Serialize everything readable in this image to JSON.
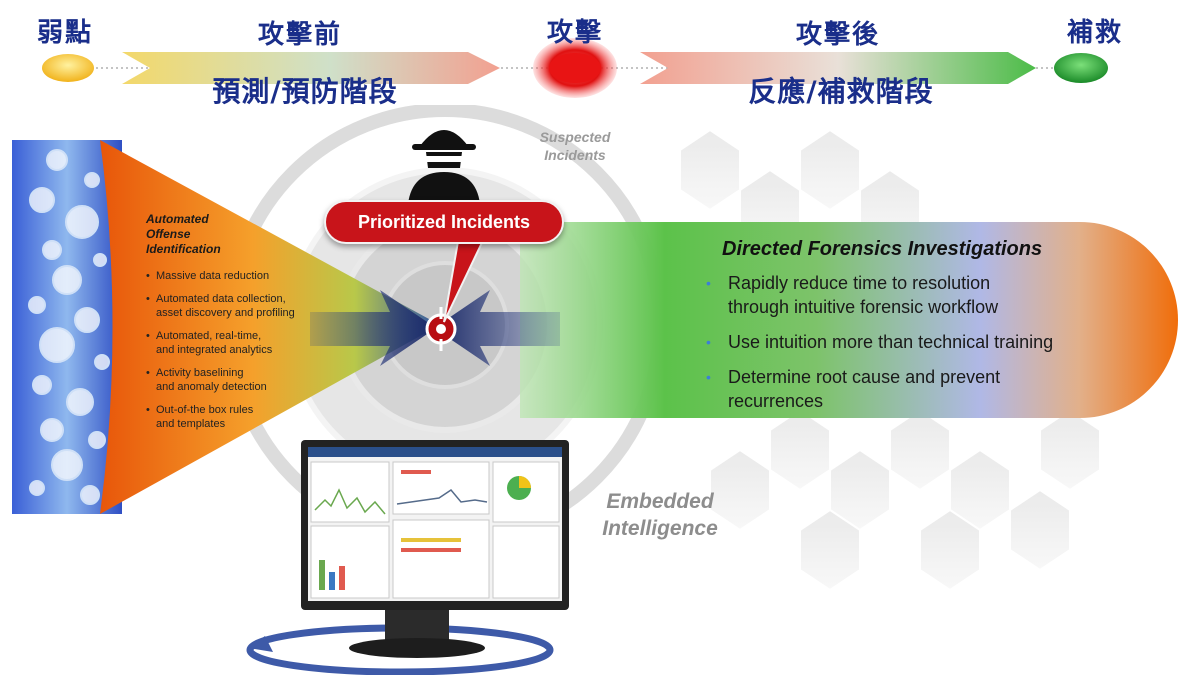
{
  "timeline": {
    "stages": [
      "弱點",
      "攻擊前",
      "攻擊",
      "攻擊後",
      "補救"
    ],
    "phases": [
      "預測/預防階段",
      "反應/補救階段"
    ]
  },
  "diagram": {
    "suspected": "Suspected\nIncidents",
    "prioritized": "Prioritized Incidents",
    "embedded": "Embedded\nIntelligence"
  },
  "left_panel": {
    "title": "Automated\nOffense\nIdentification",
    "items": [
      "Massive data reduction",
      "Automated data collection,\nasset discovery and profiling",
      "Automated, real-time,\nand integrated analytics",
      "Activity baselining\nand anomaly detection",
      "Out-of-the box rules\nand templates"
    ]
  },
  "right_panel": {
    "title": "Directed Forensics Investigations",
    "items": [
      "Rapidly reduce time to resolution\nthrough intuitive forensic workflow",
      "Use intuition more than technical training",
      "Determine root cause and prevent\nrecurrences"
    ]
  },
  "colors": {
    "navy": "#1a2e8a",
    "red": "#c8141a",
    "green": "#43b02a",
    "orange": "#f07a0c"
  },
  "icons": [
    "spy-icon",
    "target-icon",
    "monitor-icon",
    "globe-icon"
  ]
}
